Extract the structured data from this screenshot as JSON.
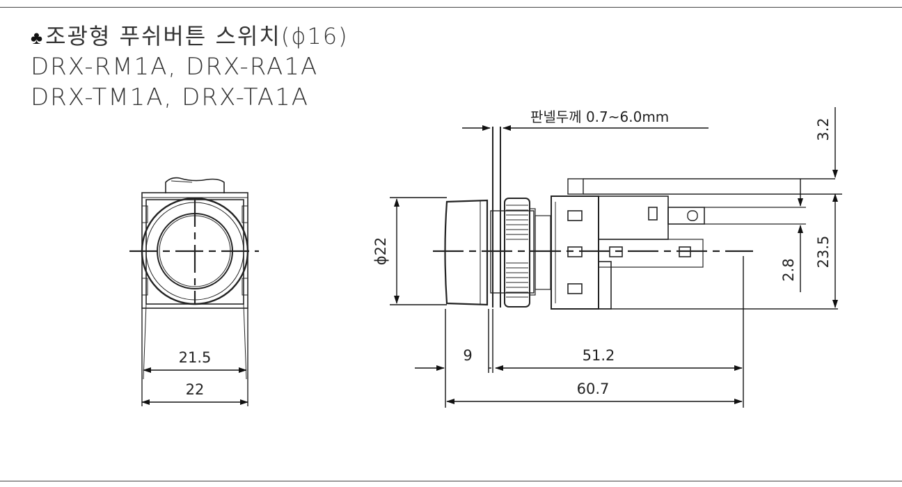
{
  "title": {
    "symbol": "♣",
    "line1": "조광형 푸쉬버튼 스위치(ϕ16)",
    "line2": "DRX-RM1A, DRX-RA1A",
    "line3": "DRX-TM1A, DRX-TA1A"
  },
  "dimensions": {
    "front_inner_width": "21.5",
    "front_outer_width": "22",
    "head_diameter": "ϕ22",
    "panel_thickness": "판넬두께 0.7~6.0mm",
    "head_depth": "9",
    "body_length": "51.2",
    "overall_length": "60.7",
    "top_offset": "3.2",
    "terminal_pitch": "2.8",
    "body_height": "23.5"
  }
}
